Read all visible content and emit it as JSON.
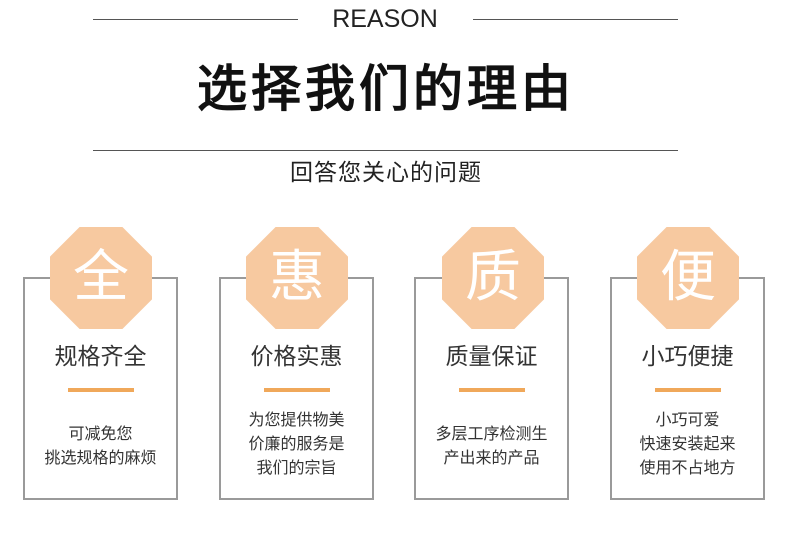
{
  "header": {
    "eyebrow": "REASON",
    "title": "选择我们的理由",
    "subtitle": "回答您关心的问题"
  },
  "colors": {
    "octagon_fill": "#f7c9a0",
    "accent_bar": "#f0a85a",
    "card_border": "#9a9a9a"
  },
  "cards": [
    {
      "glyph": "全",
      "title": "规格齐全",
      "lines": [
        "可减免您",
        "挑选规格的麻烦"
      ]
    },
    {
      "glyph": "惠",
      "title": "价格实惠",
      "lines": [
        "为您提供物美",
        "价廉的服务是",
        "我们的宗旨"
      ]
    },
    {
      "glyph": "质",
      "title": "质量保证",
      "lines": [
        "多层工序检测生",
        "产出来的产品"
      ]
    },
    {
      "glyph": "便",
      "title": "小巧便捷",
      "lines": [
        "小巧可爱",
        "快速安装起来",
        "使用不占地方"
      ]
    }
  ]
}
